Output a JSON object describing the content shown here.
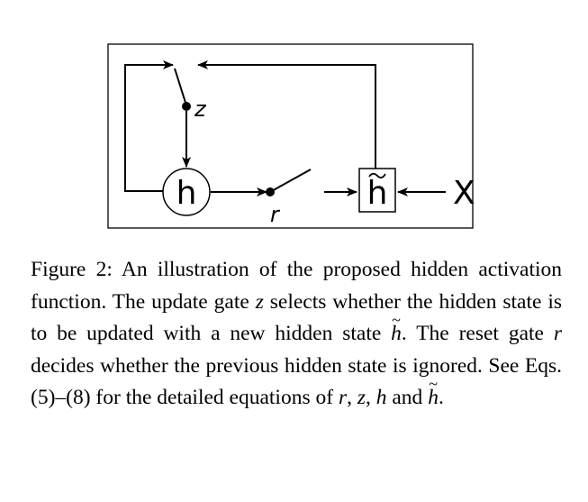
{
  "diagram": {
    "node_h": "h",
    "node_htilde": "h",
    "gate_z": "z",
    "gate_r": "r",
    "input_x": "X"
  },
  "caption": {
    "seg1": "Figure 2: An illustration of the proposed hidden activation function. The update gate ",
    "var_z1": "z",
    "seg2": " selects whether the hidden state is to be updated with a new hidden state ",
    "var_htilde1": "h",
    "seg3": ". The reset gate ",
    "var_r1": "r",
    "seg4": " decides whether the previous hidden state is ignored. See Eqs. (5)–(8) for the detailed equations of ",
    "var_r2": "r",
    "sep1": ", ",
    "var_z2": "z",
    "sep2": ", ",
    "var_h": "h",
    "seg5": " and ",
    "var_htilde2": "h",
    "seg6": "."
  }
}
